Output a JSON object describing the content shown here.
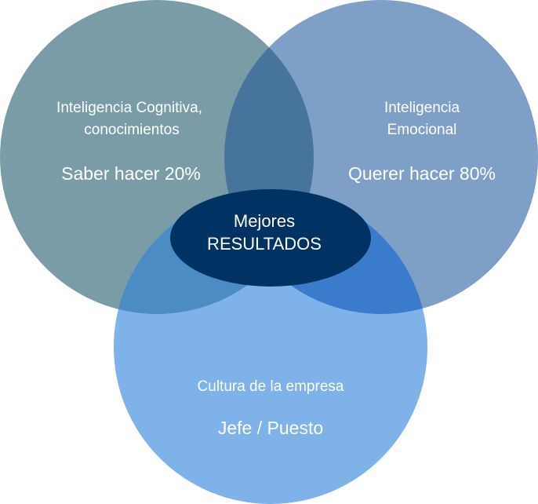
{
  "colors": {
    "cognitive_circle": "#7a9ca7",
    "emotional_circle": "#7e9fc6",
    "culture_circle": "#7eb2e8",
    "overlap_top": "#47749c",
    "overlap_left": "#4b8cc4",
    "overlap_right": "#3a7ccb",
    "center_ellipse": "#003263",
    "text": "#ffffff"
  },
  "circles": {
    "cognitive": {
      "title": "Inteligencia Cognitiva,",
      "subtitle": "conocimientos",
      "value": "Saber hacer 20%"
    },
    "emotional": {
      "title": "Inteligencia",
      "subtitle": "Emocional",
      "value": "Querer hacer 80%"
    },
    "culture": {
      "title": "Cultura de la empresa",
      "value": "Jefe / Puesto"
    }
  },
  "center": {
    "line1": "Mejores",
    "line2": "RESULTADOS"
  }
}
